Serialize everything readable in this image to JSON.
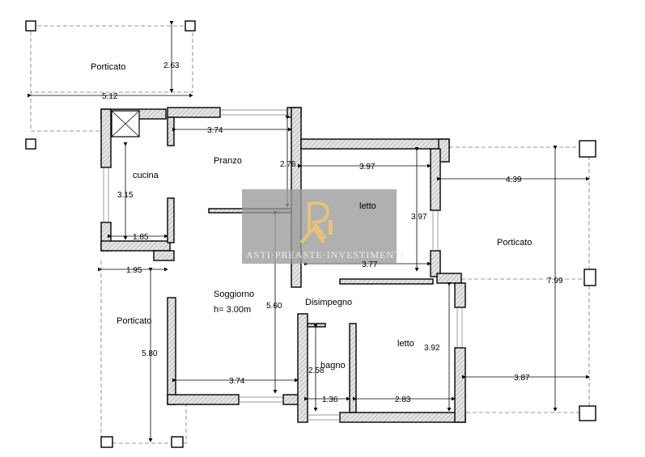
{
  "rooms": {
    "porticato_top": "Porticato",
    "cucina": "cucina",
    "pranzo": "Pranzo",
    "letto1": "letto",
    "porticato_right": "Porticato",
    "soggiorno": "Soggiorno",
    "height": "h= 3.00m",
    "disimpegno": "Disimpegno",
    "porticato_left": "Porticato",
    "letto2": "letto",
    "bagno": "bagno"
  },
  "dimensions": {
    "d263": "2.63",
    "d512": "5.12",
    "d374a": "3.74",
    "d276": "2.76",
    "d397h": "3.97",
    "d397v": "3.97",
    "d439": "4.39",
    "d315": "3.15",
    "d185": "1.85",
    "d195": "1.95",
    "d377": "3.77",
    "d799": "7.99",
    "d560": "5.60",
    "d580": "5.80",
    "d392": "3.92",
    "d258": "2.58",
    "d387": "3.87",
    "d374b": "3.74",
    "d136": "1.36",
    "d283": "2.83"
  },
  "watermark": {
    "text": "ASTI·PREASTE·INVESTIMENTI",
    "colors": {
      "box": "#9a9a9a",
      "logo": "#e6c27a"
    }
  }
}
